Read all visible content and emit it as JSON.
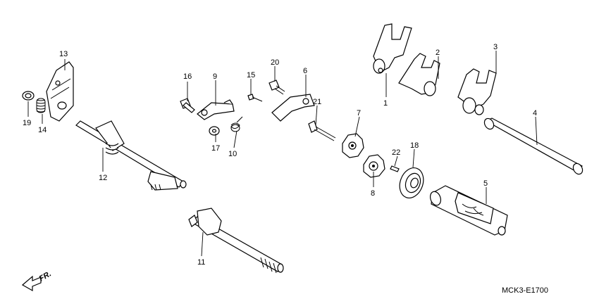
{
  "diagram": {
    "code": "MCK3-E1700",
    "front_label": "FR.",
    "callouts": [
      {
        "id": "c1",
        "label": "1"
      },
      {
        "id": "c2",
        "label": "2"
      },
      {
        "id": "c3",
        "label": "3"
      },
      {
        "id": "c4",
        "label": "4"
      },
      {
        "id": "c5",
        "label": "5"
      },
      {
        "id": "c6",
        "label": "6"
      },
      {
        "id": "c7",
        "label": "7"
      },
      {
        "id": "c8",
        "label": "8"
      },
      {
        "id": "c9",
        "label": "9"
      },
      {
        "id": "c10",
        "label": "10"
      },
      {
        "id": "c11",
        "label": "11"
      },
      {
        "id": "c12",
        "label": "12"
      },
      {
        "id": "c13",
        "label": "13"
      },
      {
        "id": "c14",
        "label": "14"
      },
      {
        "id": "c15",
        "label": "15"
      },
      {
        "id": "c16",
        "label": "16"
      },
      {
        "id": "c17",
        "label": "17"
      },
      {
        "id": "c18",
        "label": "18"
      },
      {
        "id": "c19",
        "label": "19"
      },
      {
        "id": "c20",
        "label": "20"
      },
      {
        "id": "c21",
        "label": "21"
      },
      {
        "id": "c22",
        "label": "22"
      }
    ]
  }
}
